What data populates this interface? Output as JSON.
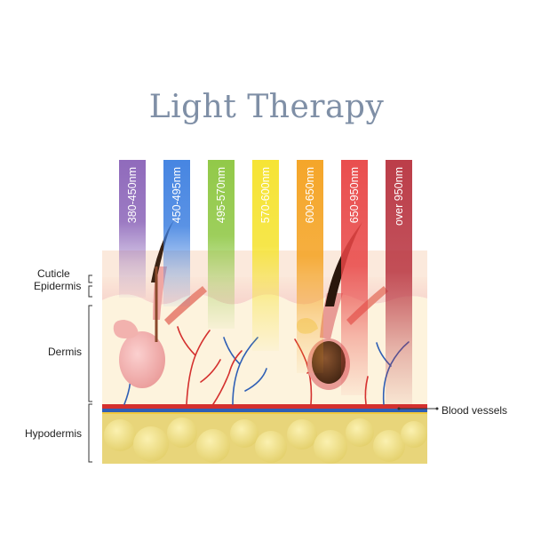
{
  "title": "Light Therapy",
  "layers": {
    "cuticle": "Cuticle",
    "epidermis": "Epidermis",
    "dermis": "Dermis",
    "hypodermis": "Hypodermis"
  },
  "blood_vessels_label": "Blood vessels",
  "bands": [
    {
      "label": "380-450nm",
      "color": "#8a63b8"
    },
    {
      "label": "450-495nm",
      "color": "#3d7fe0"
    },
    {
      "label": "495-570nm",
      "color": "#8cc63f"
    },
    {
      "label": "570-600nm",
      "color": "#f5e22a"
    },
    {
      "label": "600-650nm",
      "color": "#f4a11e"
    },
    {
      "label": "650-950nm",
      "color": "#e84545"
    },
    {
      "label": "over  950nm",
      "color": "#b8333f"
    }
  ]
}
